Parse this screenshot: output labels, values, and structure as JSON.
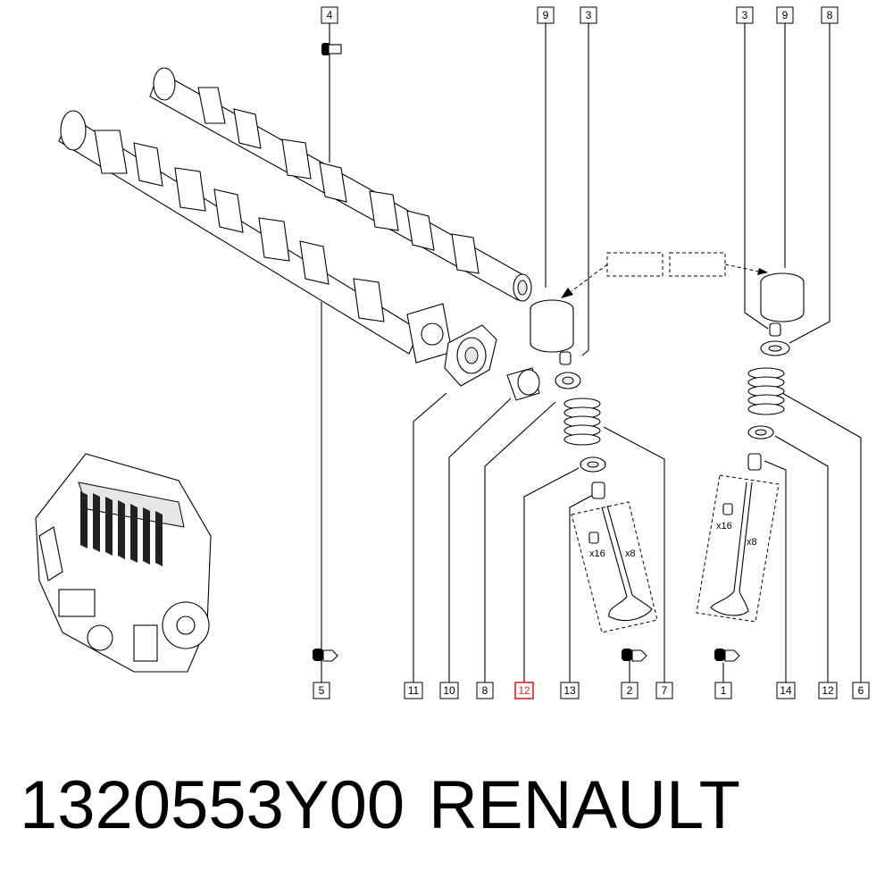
{
  "diagram": {
    "callouts": [
      {
        "id": "top-4",
        "text": "4"
      },
      {
        "id": "top-9a",
        "text": "9"
      },
      {
        "id": "top-3a",
        "text": "3"
      },
      {
        "id": "top-3b",
        "text": "3"
      },
      {
        "id": "top-9b",
        "text": "9"
      },
      {
        "id": "top-8",
        "text": "8"
      },
      {
        "id": "bot-5",
        "text": "5"
      },
      {
        "id": "bot-11",
        "text": "11"
      },
      {
        "id": "bot-10",
        "text": "10"
      },
      {
        "id": "bot-8",
        "text": "8"
      },
      {
        "id": "bot-12a",
        "text": "12",
        "highlight": true
      },
      {
        "id": "bot-13",
        "text": "13"
      },
      {
        "id": "bot-2",
        "text": "2"
      },
      {
        "id": "bot-7",
        "text": "7"
      },
      {
        "id": "bot-1",
        "text": "1"
      },
      {
        "id": "bot-14",
        "text": "14"
      },
      {
        "id": "bot-12b",
        "text": "12"
      },
      {
        "id": "bot-6",
        "text": "6"
      }
    ],
    "qty_labels": {
      "left_x16": "x16",
      "left_x8": "x8",
      "right_x16": "x16",
      "right_x8": "x8"
    },
    "highlight_color": "#e0201b"
  },
  "caption": {
    "part_number": "1320553Y00",
    "brand": "RENAULT"
  }
}
